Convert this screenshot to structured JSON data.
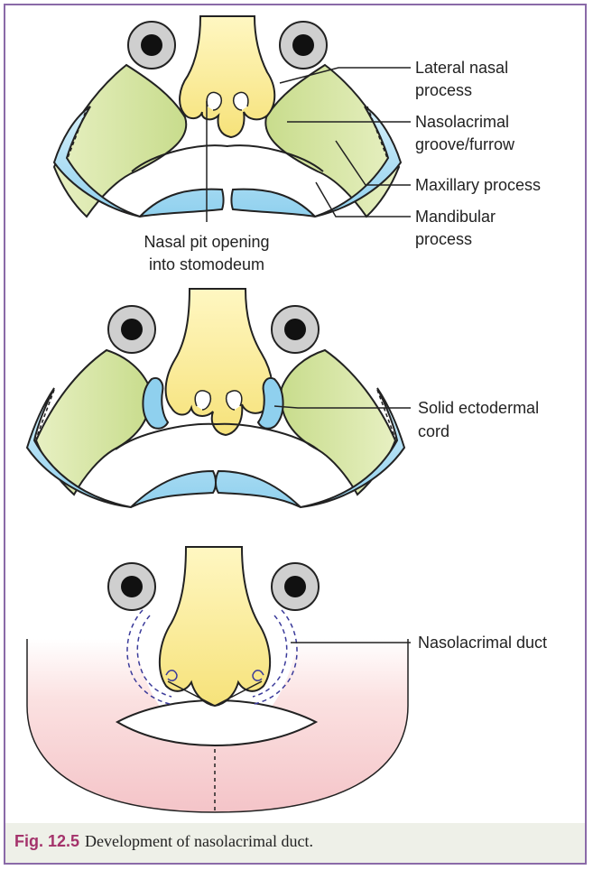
{
  "figure": {
    "number": "Fig. 12.5",
    "caption": "Development of nasolacrimal duct."
  },
  "panel1": {
    "labels": {
      "lateral_nasal_1": "Lateral nasal",
      "lateral_nasal_2": "process",
      "nasolacrimal_groove_1": "Nasolacrimal",
      "nasolacrimal_groove_2": "groove/furrow",
      "maxillary": "Maxillary process",
      "mandibular_1": "Mandibular",
      "mandibular_2": "process",
      "nasal_pit_1": "Nasal pit opening",
      "nasal_pit_2": "into stomodeum"
    }
  },
  "panel2": {
    "labels": {
      "cord_1": "Solid ectodermal",
      "cord_2": "cord"
    }
  },
  "panel3": {
    "labels": {
      "duct": "Nasolacrimal duct"
    }
  },
  "colors": {
    "frame": "#8a6aa8",
    "caption_bg": "#eef0e8",
    "fig_number": "#a4336b",
    "nose": "#fff2a6",
    "maxillary": "#d8e6a6",
    "mandibular": "#a8dcf2",
    "face": "#f9d6d6",
    "eye": "#cfcfcf"
  }
}
